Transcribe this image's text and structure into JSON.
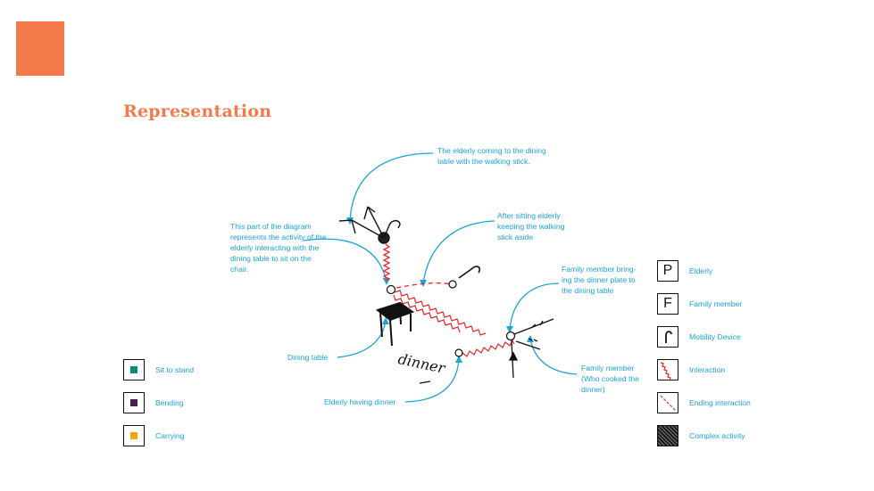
{
  "title": "Representation",
  "annotations": {
    "elderly_coming": "The elderly coming to the dining table with the walking stick.",
    "part_diagram": "This part of the diagram represents the activity of the elderly interacting with the dining table to sit on the chair.",
    "after_sitting": "After sitting elderly keeping the walking stick aside",
    "family_bringing": "Family member bring-ing the dinner plate to the dining table",
    "dining_table": "Dining table",
    "elderly_dinner": "Elderly having dinner",
    "family_cooked": "Family member (Who cooked the dinner)"
  },
  "sketch_text": "dinner",
  "left_legend": [
    {
      "label": "Sit to stand",
      "color": "#0f8a7a"
    },
    {
      "label": "Bending",
      "color": "#4a1f4f"
    },
    {
      "label": "Carrying",
      "color": "#f2a900"
    }
  ],
  "right_legend": [
    {
      "label": "Elderly",
      "symbol": "P",
      "icon": "letter-p-icon"
    },
    {
      "label": "Family member",
      "symbol": "F",
      "icon": "letter-f-icon"
    },
    {
      "label": "Mobility Device",
      "icon": "walking-stick-icon"
    },
    {
      "label": "Interaction",
      "icon": "zigzag-line-icon"
    },
    {
      "label": "Ending interaction",
      "icon": "dashed-line-icon"
    },
    {
      "label": "Complex activity",
      "icon": "hatched-square-icon"
    }
  ],
  "colors": {
    "accent": "#f47a4b",
    "annotation": "#1aa3d9",
    "interaction": "#e8262b"
  }
}
